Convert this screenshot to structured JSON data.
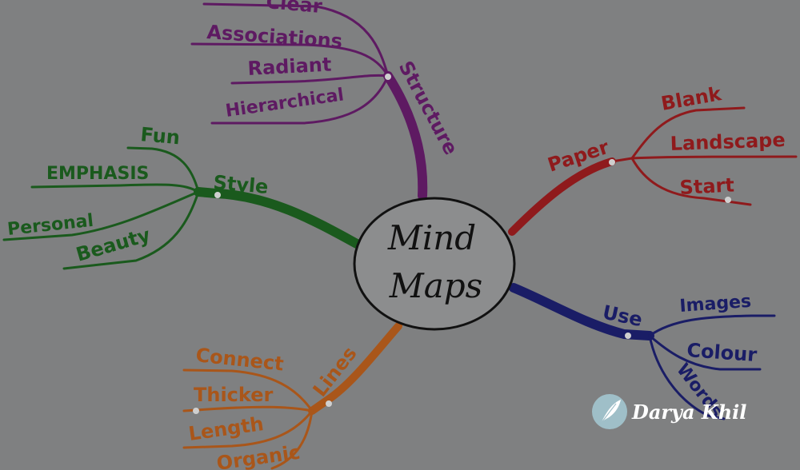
{
  "center": {
    "line1": "Mind",
    "line2": "Maps"
  },
  "branches": {
    "structure": {
      "label": "Structure",
      "color": "#6a1b6e",
      "leaves": [
        "Clear",
        "Associations",
        "Radiant",
        "Hierarchical"
      ]
    },
    "paper": {
      "label": "Paper",
      "color": "#9c1a1d",
      "leaves": [
        "Blank",
        "Landscape",
        "Start"
      ]
    },
    "style": {
      "label": "Style",
      "color": "#1b5e1e",
      "leaves": [
        "Fun",
        "EMPHASIS",
        "Personal",
        "Beauty"
      ]
    },
    "use": {
      "label": "Use",
      "color": "#1b1f6e",
      "leaves": [
        "Images",
        "Colour",
        "Words"
      ]
    },
    "lines": {
      "label": "Lines",
      "color": "#b35a1a",
      "leaves": [
        "Connect",
        "Thicker",
        "Length",
        "Organic"
      ]
    }
  },
  "watermark": {
    "text": "Darya Khil",
    "icon": "feather-icon"
  }
}
